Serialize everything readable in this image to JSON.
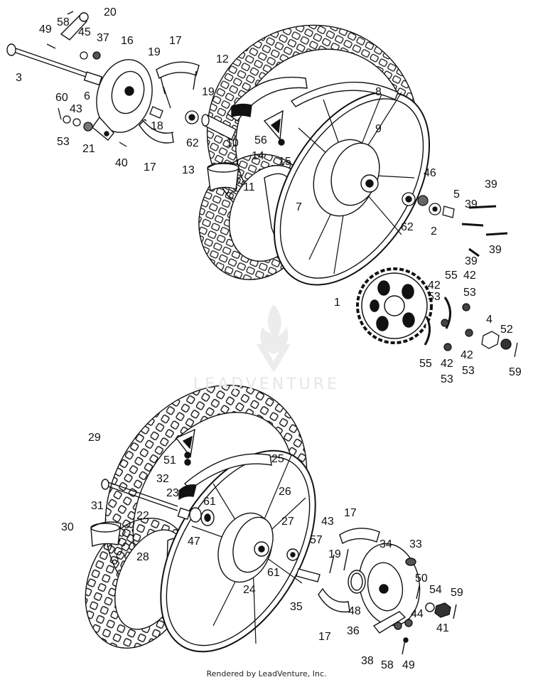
{
  "footer": "Rendered by LeadVenture, Inc.",
  "watermark": "LEADVENTURE",
  "labels": {
    "l1": "1",
    "l2": "2",
    "l3": "3",
    "l4": "4",
    "l5": "5",
    "l6": "6",
    "l7": "7",
    "l8": "8",
    "l9": "9",
    "l10": "10",
    "l11": "11",
    "l12": "12",
    "l13": "13",
    "l14": "14",
    "l15": "15",
    "l16": "16",
    "l17a": "17",
    "l17b": "17",
    "l18": "18",
    "l19a": "19",
    "l19b": "19",
    "l20": "20",
    "l21": "21",
    "l37": "37",
    "l39a": "39",
    "l39b": "39",
    "l39c": "39",
    "l39d": "39",
    "l40": "40",
    "l42a": "42",
    "l42b": "42",
    "l42c": "42",
    "l42d": "42",
    "l43": "43",
    "l45": "45",
    "l46": "46",
    "l49": "49",
    "l52": "52",
    "l53a": "53",
    "l53b": "53",
    "l53c": "53",
    "l53d": "53",
    "l53e": "53",
    "l55a": "55",
    "l55b": "55",
    "l56": "56",
    "l58": "58",
    "l59": "59",
    "l60": "60",
    "l62a": "62",
    "l62b": "62",
    "r17a": "17",
    "r17b": "17",
    "r19": "19",
    "r22": "22",
    "r23": "23",
    "r24": "24",
    "r25": "25",
    "r26": "26",
    "r27": "27",
    "r28": "28",
    "r29": "29",
    "r30": "30",
    "r31": "31",
    "r32": "32",
    "r33": "33",
    "r34": "34",
    "r35": "35",
    "r36": "36",
    "r38": "38",
    "r41": "41",
    "r43": "43",
    "r44": "44",
    "r47": "47",
    "r48": "48",
    "r49": "49",
    "r50": "50",
    "r51": "51",
    "r54": "54",
    "r57": "57",
    "r58": "58",
    "r59": "59",
    "r61a": "61",
    "r61b": "61"
  }
}
